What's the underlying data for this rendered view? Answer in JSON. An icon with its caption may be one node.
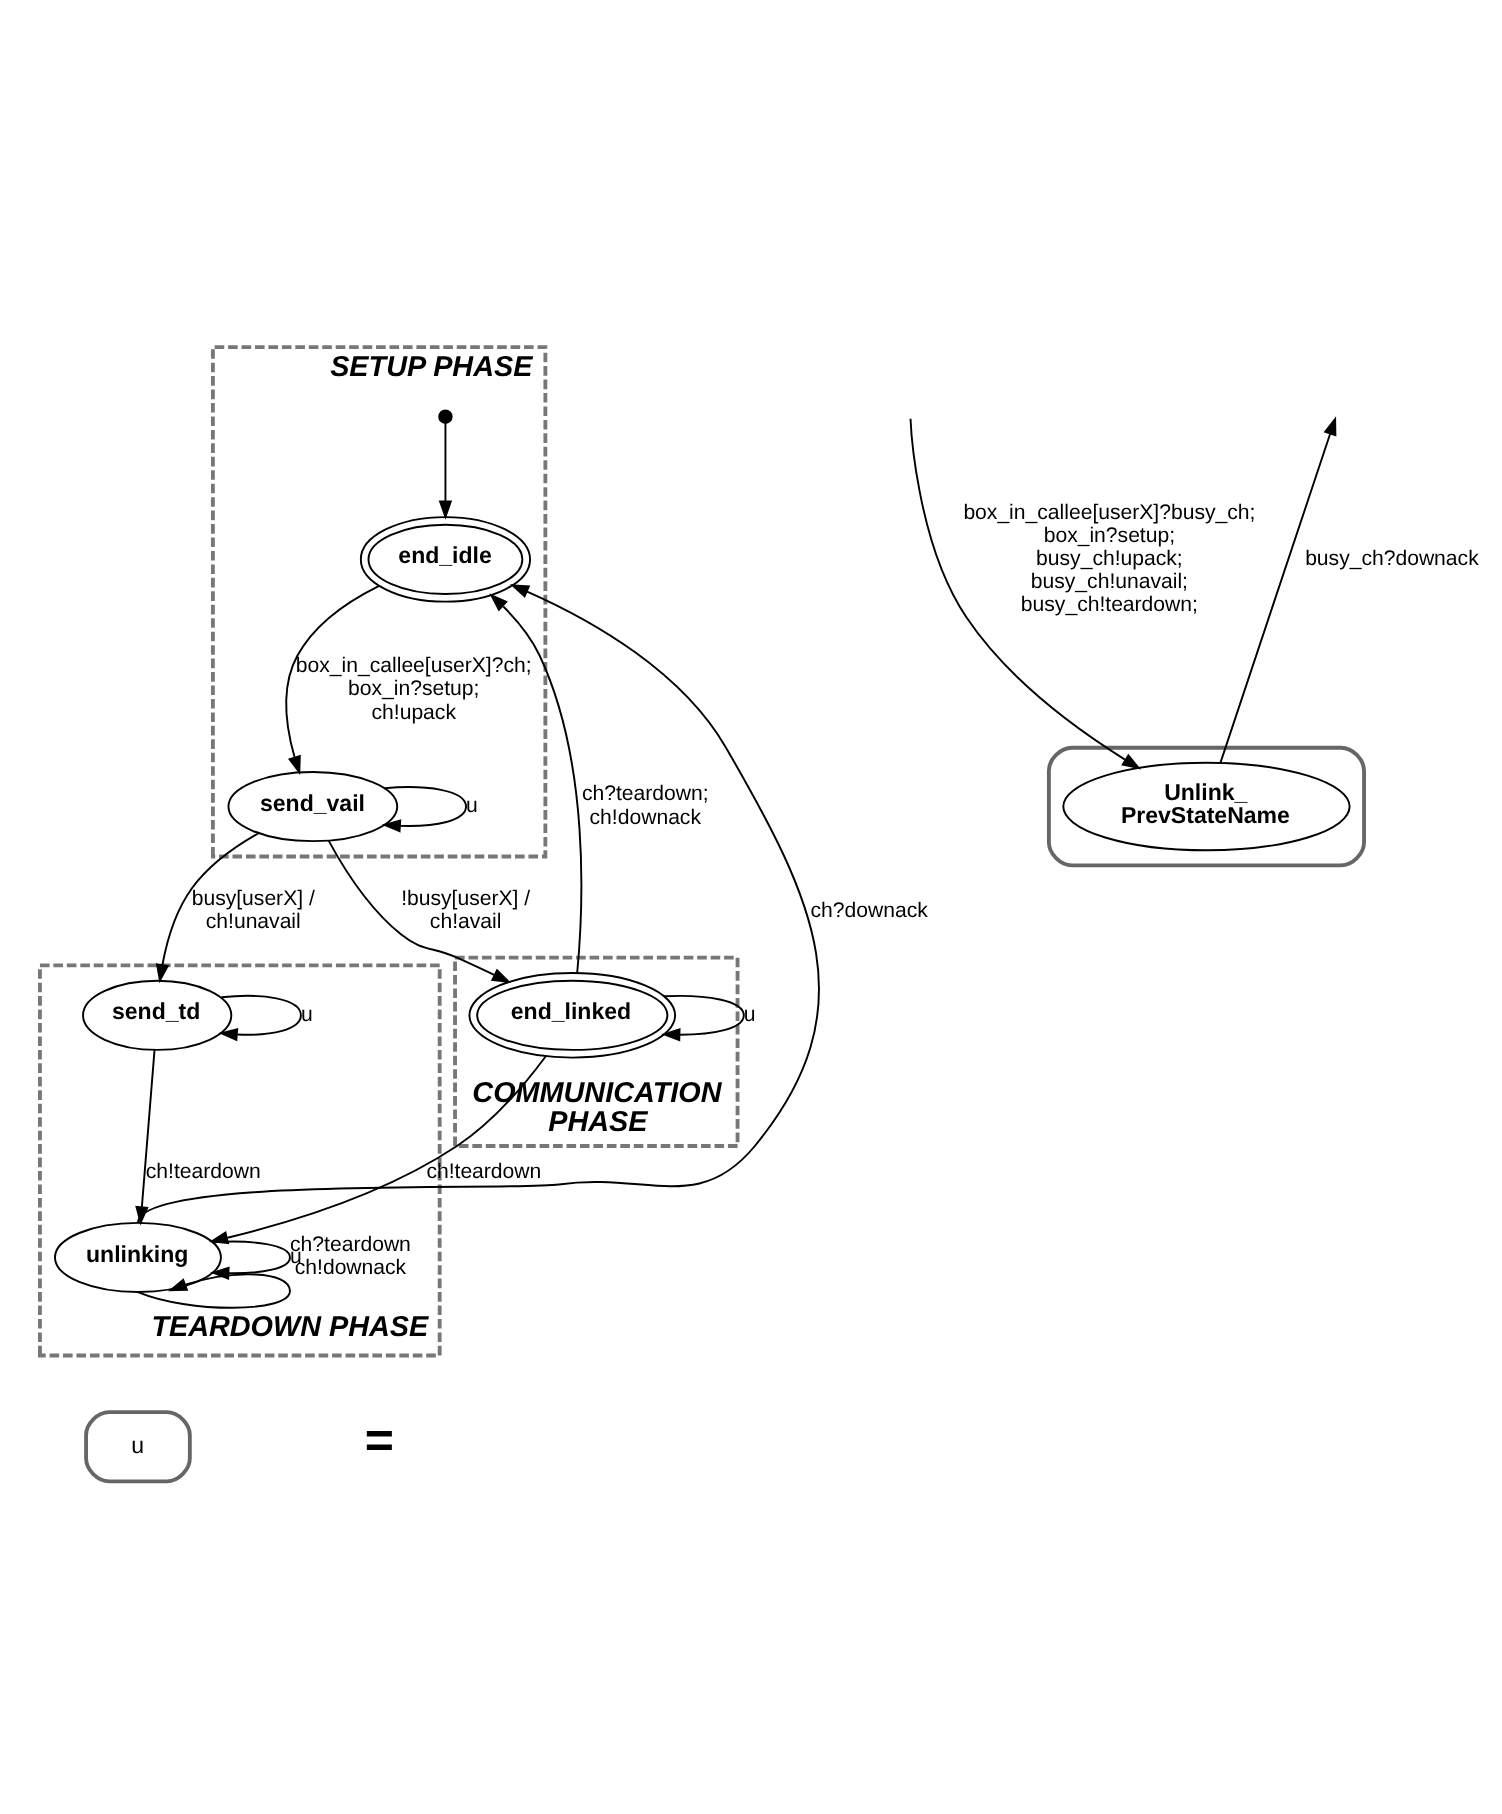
{
  "diagram": {
    "nodes": [
      {
        "text": [
          "SETUP PHASE"
        ]
      },
      {
        "text": [],
        "shape": "circle",
        "in": 0
      },
      {
        "text": [
          "end_idle"
        ],
        "in": 0
      },
      {
        "text": [
          "send_vail"
        ],
        "in": 0
      },
      {
        "text": [
          "COMMUNICATION PHASE"
        ]
      },
      {
        "text": [
          "end_linked"
        ],
        "in": 4
      },
      {
        "text": [
          "TEARDOWN PHASE"
        ]
      },
      {
        "text": [
          "send_td"
        ],
        "in": 6
      },
      {
        "text": [
          "unlinking"
        ],
        "in": 6
      },
      {
        "text": [
          "u"
        ]
      },
      {
        "text": [],
        "shape": "box"
      },
      {
        "text": [
          "Unlink_ PrevStateName"
        ],
        "in": 10
      }
    ],
    "edges": [
      {
        "from": 1,
        "to": 2,
        "arrow": "to"
      },
      {
        "from": 2,
        "to": 3,
        "label": "box_in_callee[userX]?ch; box_in?setup; ch!upack",
        "arrow": "to"
      },
      {
        "from": 3,
        "to": 3,
        "label": "u",
        "arrow": "to"
      },
      {
        "from": 3,
        "to": 5,
        "label": "!busy[userX] / ch!avail",
        "arrow": "to"
      },
      {
        "from": 3,
        "to": 7,
        "label": "busy[userX] / ch!unavail",
        "arrow": "to"
      },
      {
        "from": 7,
        "to": 7,
        "label": "u",
        "arrow": "to"
      },
      {
        "from": 7,
        "to": 8,
        "label": "ch!teardown",
        "arrow": "to"
      },
      {
        "from": 5,
        "to": 2,
        "label": "ch?teardown; ch!downack",
        "arrow": "to"
      },
      {
        "from": 5,
        "to": 5,
        "label": "u",
        "arrow": "to"
      },
      {
        "from": 5,
        "to": 8,
        "label": "ch!teardown",
        "arrow": "to"
      },
      {
        "from": 8,
        "to": 2,
        "label": "ch?downack",
        "arrow": "to"
      },
      {
        "from": 8,
        "to": 8,
        "label": "ch?teardown ch!downack",
        "arrow": "to"
      },
      {
        "from": 8,
        "to": 8,
        "label": "u",
        "arrow": "to"
      },
      {
        "from": null,
        "to": 11,
        "label": "box_in_callee[userX]?busy_ch; box_in?setup; busy_ch!upack; busy_ch!unavail; busy_ch!teardown;",
        "arrow": "to"
      },
      {
        "from": 11,
        "to": null,
        "label": "busy_ch?downack",
        "arrow": "to"
      }
    ],
    "labels": [
      "="
    ]
  }
}
